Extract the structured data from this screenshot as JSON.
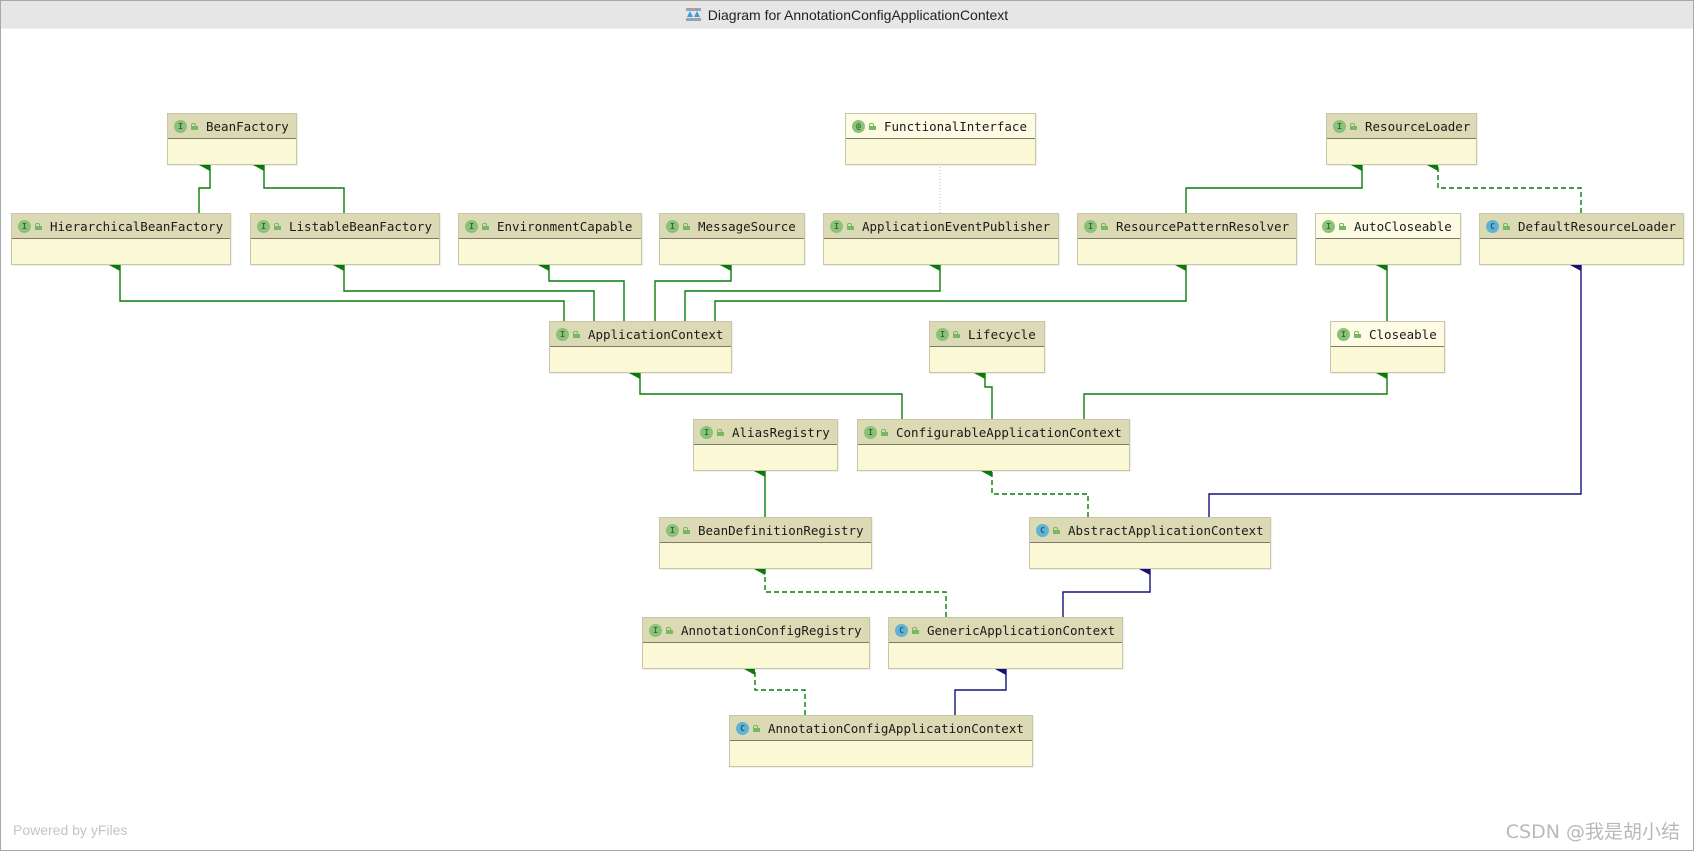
{
  "window": {
    "title": "Diagram for AnnotationConfigApplicationContext",
    "icon": "diagram-icon"
  },
  "colors": {
    "interface_edge": "#0a7d0a",
    "class_edge": "#13137a",
    "header": "#dcdab4",
    "body": "#fbf8d6"
  },
  "nodes": {
    "BeanFactory": {
      "label": "BeanFactory",
      "kind": "interface",
      "kind_glyph": "I"
    },
    "FunctionalInterface": {
      "label": "FunctionalInterface",
      "kind": "annotation",
      "kind_glyph": "@"
    },
    "ResourceLoader": {
      "label": "ResourceLoader",
      "kind": "interface",
      "kind_glyph": "I"
    },
    "HierarchicalBeanFactory": {
      "label": "HierarchicalBeanFactory",
      "kind": "interface",
      "kind_glyph": "I"
    },
    "ListableBeanFactory": {
      "label": "ListableBeanFactory",
      "kind": "interface",
      "kind_glyph": "I"
    },
    "EnvironmentCapable": {
      "label": "EnvironmentCapable",
      "kind": "interface",
      "kind_glyph": "I"
    },
    "MessageSource": {
      "label": "MessageSource",
      "kind": "interface",
      "kind_glyph": "I"
    },
    "ApplicationEventPublisher": {
      "label": "ApplicationEventPublisher",
      "kind": "interface",
      "kind_glyph": "I"
    },
    "ResourcePatternResolver": {
      "label": "ResourcePatternResolver",
      "kind": "interface",
      "kind_glyph": "I"
    },
    "AutoCloseable": {
      "label": "AutoCloseable",
      "kind": "interface",
      "kind_glyph": "I"
    },
    "DefaultResourceLoader": {
      "label": "DefaultResourceLoader",
      "kind": "class",
      "kind_glyph": "C"
    },
    "ApplicationContext": {
      "label": "ApplicationContext",
      "kind": "interface",
      "kind_glyph": "I"
    },
    "Lifecycle": {
      "label": "Lifecycle",
      "kind": "interface",
      "kind_glyph": "I"
    },
    "Closeable": {
      "label": "Closeable",
      "kind": "interface",
      "kind_glyph": "I"
    },
    "AliasRegistry": {
      "label": "AliasRegistry",
      "kind": "interface",
      "kind_glyph": "I"
    },
    "ConfigurableApplicationContext": {
      "label": "ConfigurableApplicationContext",
      "kind": "interface",
      "kind_glyph": "I"
    },
    "BeanDefinitionRegistry": {
      "label": "BeanDefinitionRegistry",
      "kind": "interface",
      "kind_glyph": "I"
    },
    "AbstractApplicationContext": {
      "label": "AbstractApplicationContext",
      "kind": "class",
      "kind_glyph": "C"
    },
    "AnnotationConfigRegistry": {
      "label": "AnnotationConfigRegistry",
      "kind": "interface",
      "kind_glyph": "I"
    },
    "GenericApplicationContext": {
      "label": "GenericApplicationContext",
      "kind": "class",
      "kind_glyph": "C"
    },
    "AnnotationConfigApplicationContext": {
      "label": "AnnotationConfigApplicationContext",
      "kind": "class",
      "kind_glyph": "C"
    }
  },
  "edges": [
    {
      "from": "HierarchicalBeanFactory",
      "to": "BeanFactory",
      "type": "extends-interface"
    },
    {
      "from": "ListableBeanFactory",
      "to": "BeanFactory",
      "type": "extends-interface"
    },
    {
      "from": "ApplicationContext",
      "to": "HierarchicalBeanFactory",
      "type": "extends-interface"
    },
    {
      "from": "ApplicationContext",
      "to": "ListableBeanFactory",
      "type": "extends-interface"
    },
    {
      "from": "ApplicationContext",
      "to": "EnvironmentCapable",
      "type": "extends-interface"
    },
    {
      "from": "ApplicationContext",
      "to": "MessageSource",
      "type": "extends-interface"
    },
    {
      "from": "ApplicationContext",
      "to": "ApplicationEventPublisher",
      "type": "extends-interface"
    },
    {
      "from": "ApplicationContext",
      "to": "ResourcePatternResolver",
      "type": "extends-interface"
    },
    {
      "from": "ApplicationEventPublisher",
      "to": "FunctionalInterface",
      "type": "annotated"
    },
    {
      "from": "ResourcePatternResolver",
      "to": "ResourceLoader",
      "type": "extends-interface"
    },
    {
      "from": "DefaultResourceLoader",
      "to": "ResourceLoader",
      "type": "implements"
    },
    {
      "from": "Closeable",
      "to": "AutoCloseable",
      "type": "extends-interface"
    },
    {
      "from": "ConfigurableApplicationContext",
      "to": "ApplicationContext",
      "type": "extends-interface"
    },
    {
      "from": "ConfigurableApplicationContext",
      "to": "Lifecycle",
      "type": "extends-interface"
    },
    {
      "from": "ConfigurableApplicationContext",
      "to": "Closeable",
      "type": "extends-interface"
    },
    {
      "from": "BeanDefinitionRegistry",
      "to": "AliasRegistry",
      "type": "extends-interface"
    },
    {
      "from": "AbstractApplicationContext",
      "to": "ConfigurableApplicationContext",
      "type": "implements"
    },
    {
      "from": "AbstractApplicationContext",
      "to": "DefaultResourceLoader",
      "type": "extends-class"
    },
    {
      "from": "GenericApplicationContext",
      "to": "BeanDefinitionRegistry",
      "type": "implements"
    },
    {
      "from": "GenericApplicationContext",
      "to": "AbstractApplicationContext",
      "type": "extends-class"
    },
    {
      "from": "AnnotationConfigApplicationContext",
      "to": "AnnotationConfigRegistry",
      "type": "implements"
    },
    {
      "from": "AnnotationConfigApplicationContext",
      "to": "GenericApplicationContext",
      "type": "extends-class"
    }
  ],
  "footer": {
    "powered_by": "Powered by yFiles",
    "watermark": "CSDN @我是胡小结"
  }
}
